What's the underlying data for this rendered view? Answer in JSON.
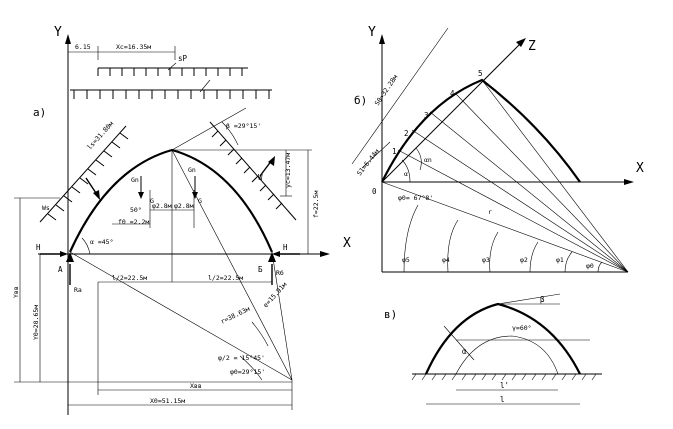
{
  "left_diagram": {
    "panel_label": "а)",
    "axis_y": "Y",
    "axis_x": "X",
    "dim_6_15": "6.15",
    "dim_xc": "Xc=16.35м",
    "load_sp": "sP",
    "beta": "β =29°15'",
    "ls": "ls=31.80м",
    "ws": "Ws",
    "gn": "Gn",
    "g": "G",
    "angle_50": "50°",
    "e1": "φ2.8м",
    "e2": "φ2.8м",
    "f0": "f0 =2.2м",
    "alpha": "α =45°",
    "yc": "yc=13.47м",
    "f": "f=22.5м",
    "w": "W",
    "h": "H",
    "a": "A",
    "b": "Б",
    "ra": "Ra",
    "rb": "Rб",
    "half_l_1": "l/2=22.5м",
    "half_l_2": "l/2=22.5м",
    "y_bb": "Yвв",
    "y_0": "Y0=28.65м",
    "r": "r=38.63м",
    "e": "e=15.91м",
    "phi_half": "φ/2 = 15°45'",
    "phi_0": "φ0=29°15'",
    "x_bb": "Xвв",
    "x_0": "X0=51.15м"
  },
  "right_diagram": {
    "panel_label": "б)",
    "axis_y": "Y",
    "axis_x": "X",
    "axis_z": "Z",
    "s0": "S0=32.28м",
    "s1": "S1=6.44м",
    "alpha_n": "αn",
    "alpha": "α",
    "origin": "0",
    "phi_label": "φ0= 67°8'",
    "r": "r",
    "points": [
      "1",
      "2",
      "3",
      "4",
      "5"
    ],
    "phis": [
      "φ5",
      "φ4",
      "φ3",
      "φ2",
      "φ1",
      "φ0"
    ]
  },
  "bottom_diagram": {
    "panel_label": "в)",
    "beta": "β",
    "alpha": "α",
    "gamma": "γ=60°",
    "l_inner": "l'",
    "l": "l"
  }
}
